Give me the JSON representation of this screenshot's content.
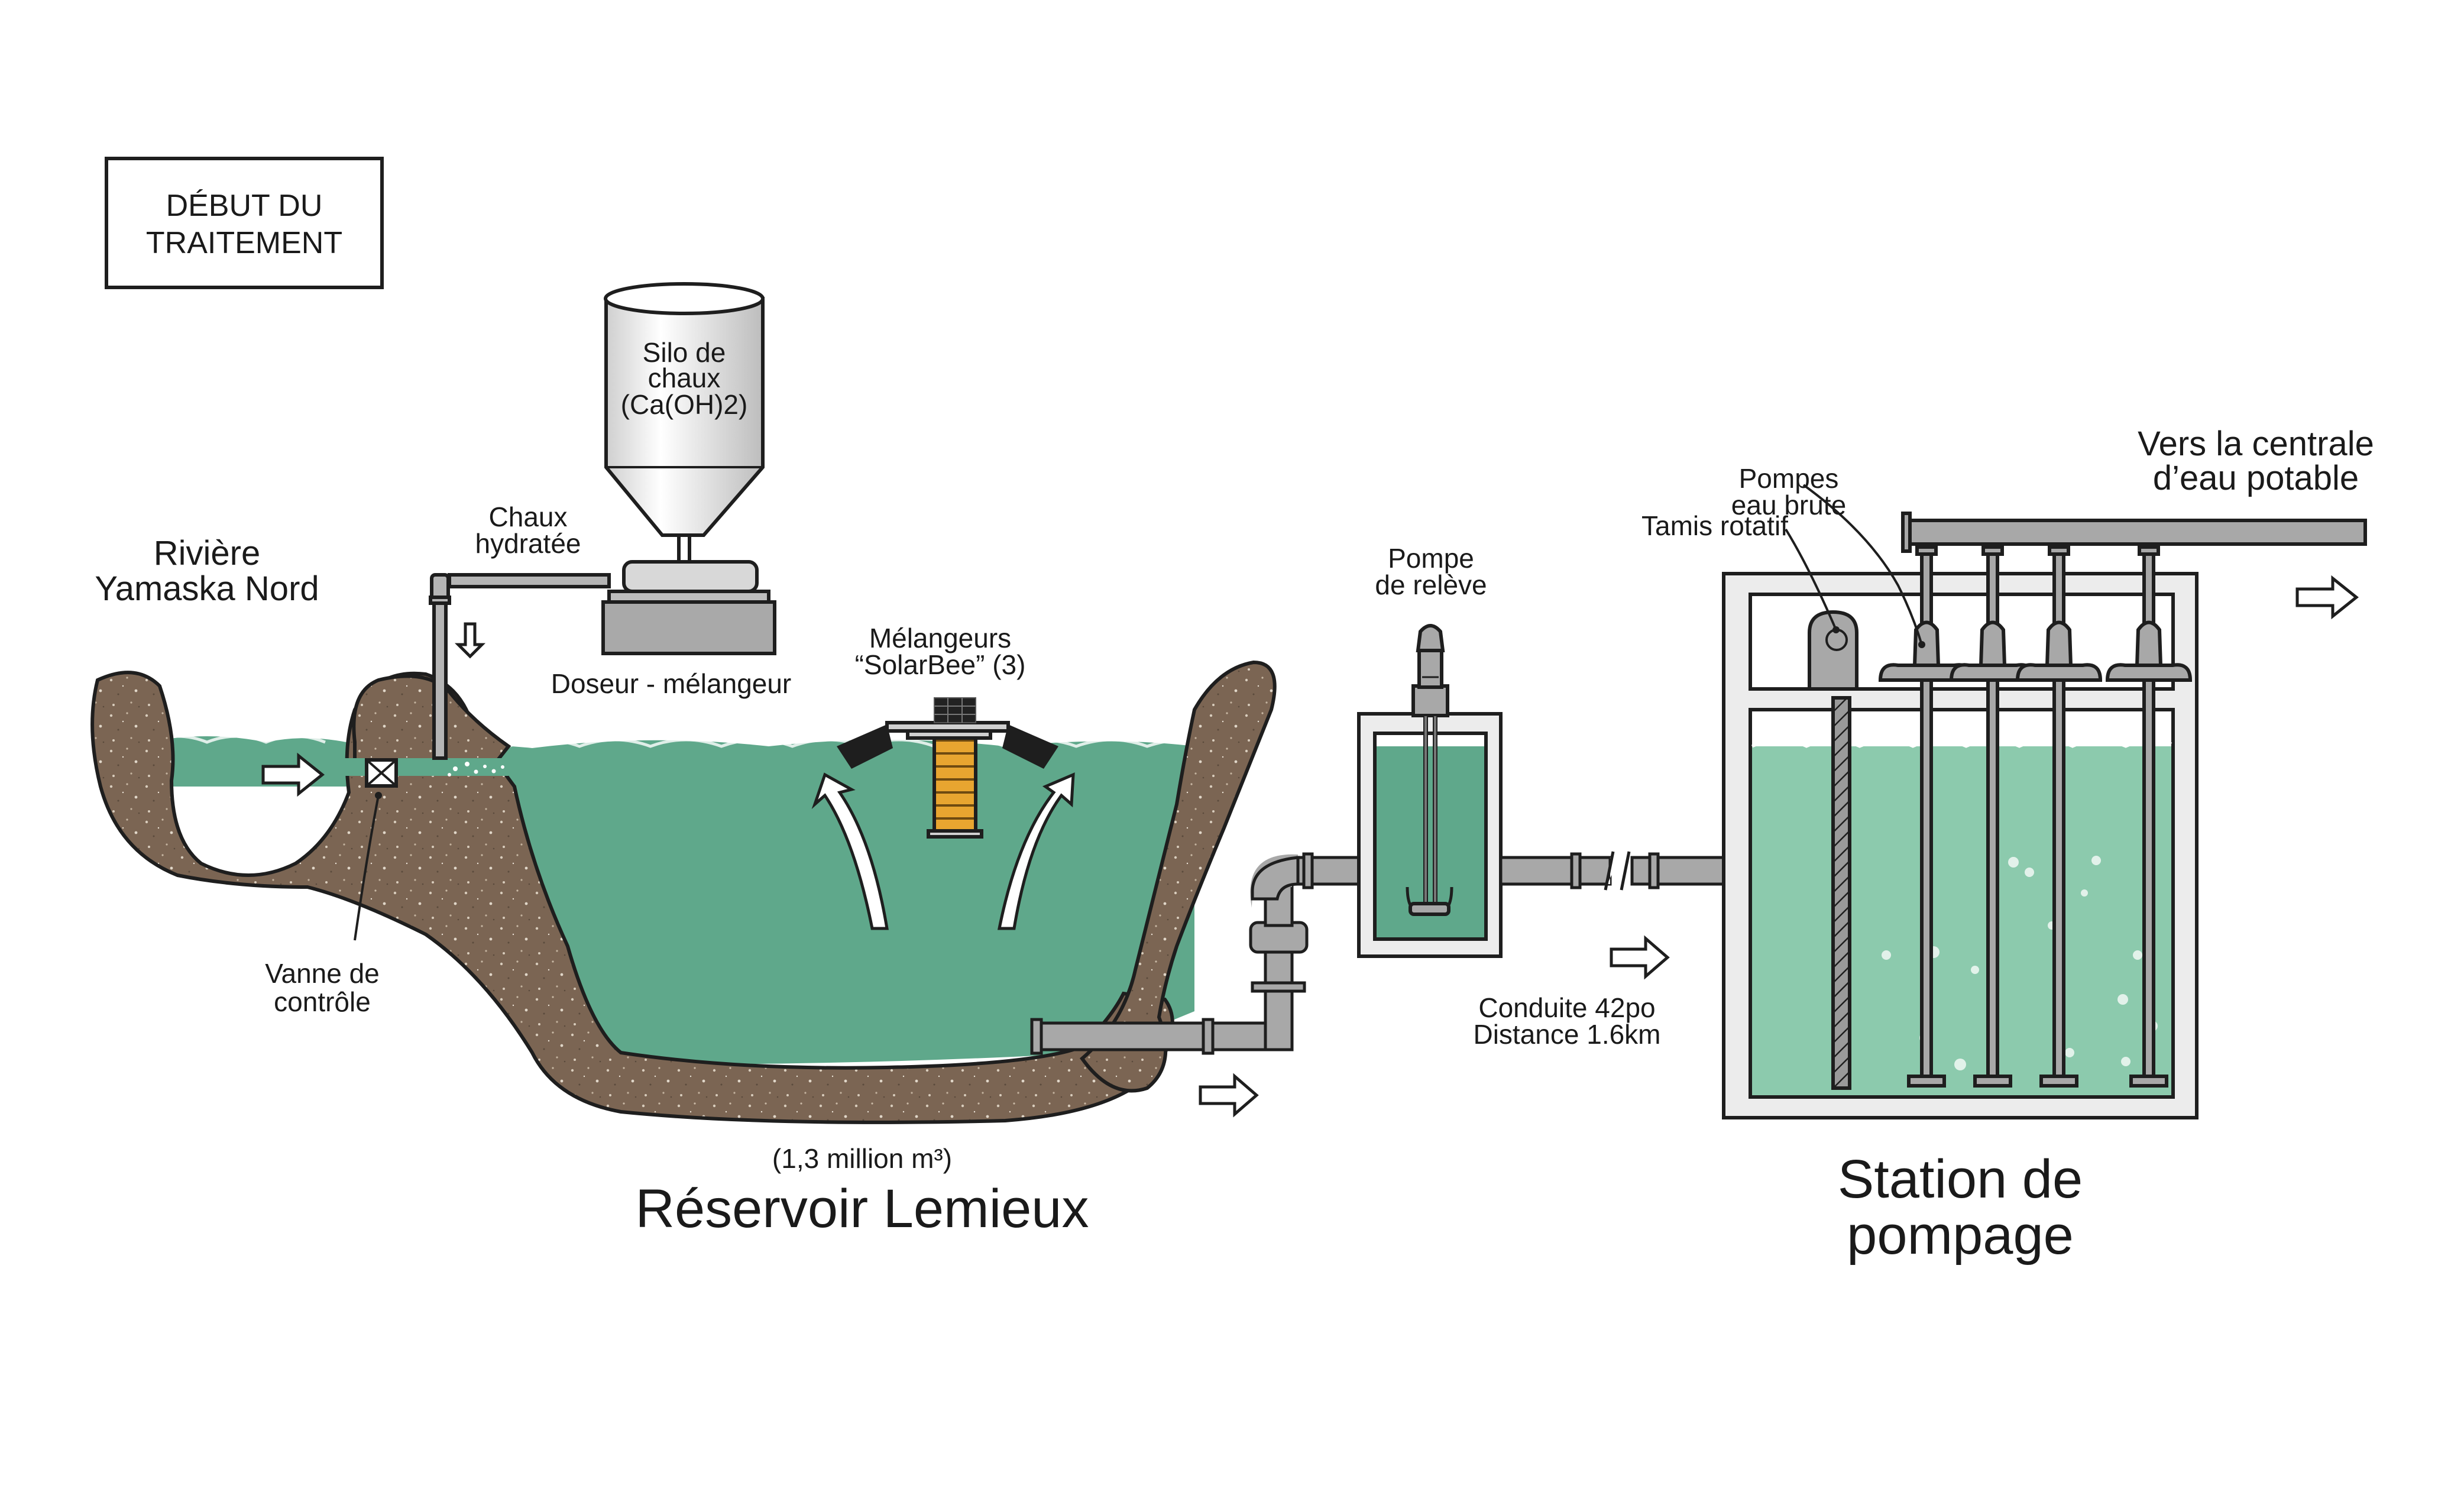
{
  "labels": {
    "start_box": [
      "DÉBUT DU",
      "TRAITEMENT"
    ],
    "river": [
      "Rivière",
      "Yamaska Nord"
    ],
    "silo": [
      "Silo de",
      "chaux",
      "(Ca(OH)2)"
    ],
    "hydrated_lime": [
      "Chaux",
      "hydratée"
    ],
    "doser": "Doseur - mélangeur",
    "mixers": [
      "Mélangeurs",
      "“SolarBee” (3)"
    ],
    "valve": [
      "Vanne de",
      "contrôle"
    ],
    "reservoir_volume": "(1,3 million m³)",
    "reservoir_name": "Réservoir Lemieux",
    "lift_pump": [
      "Pompe",
      "de relève"
    ],
    "conduit": [
      "Conduite 42po",
      "Distance 1.6km"
    ],
    "raw_pumps": [
      "Pompes",
      "eau brute"
    ],
    "screen": "Tamis rotatif",
    "destination": [
      "Vers la centrale",
      "d’eau potable"
    ],
    "station": [
      "Station de",
      "pompage"
    ]
  },
  "colors": {
    "water_reservoir": "#5fa88b",
    "water_station": "#8ccaad",
    "earth": "#7b6553",
    "pipe": "#a8a8a8",
    "mixer_coil": "#e8a530",
    "outline": "#1e1e1e"
  }
}
